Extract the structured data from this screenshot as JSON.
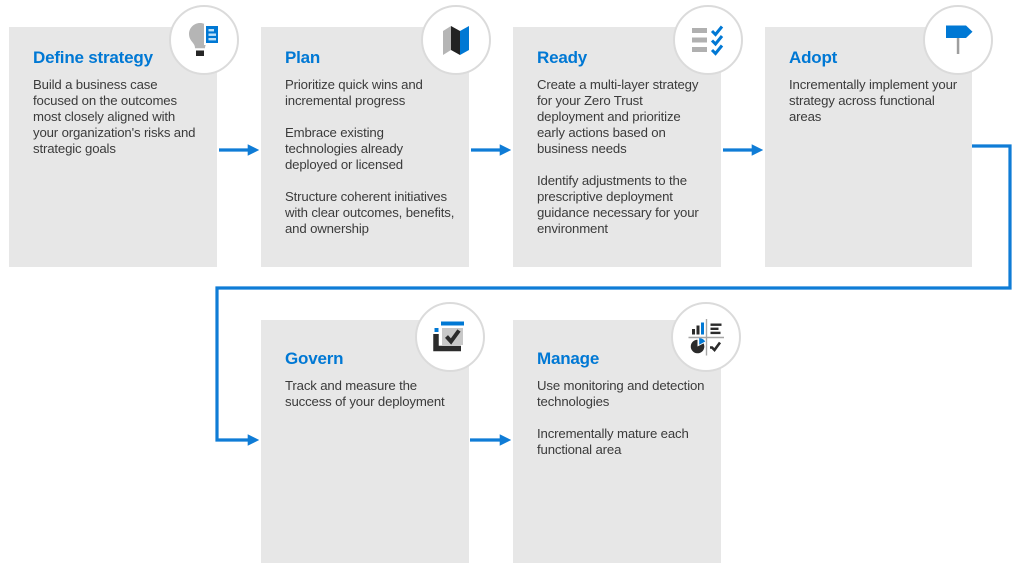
{
  "diagram_title": "Zero Trust deployment phases flow",
  "colors": {
    "accent_blue": "#0078D4",
    "box_background": "#E7E7E7",
    "body_text": "#3B3B3B",
    "circle_border": "#DBDBDB",
    "icon_gray": "#B3B3B3",
    "icon_dark": "#262626"
  },
  "boxes": [
    {
      "id": "define-strategy",
      "title": "Define strategy",
      "icon": "lightbulb-list-icon",
      "paragraphs": [
        "Build a business case focused on the outcomes most closely aligned with your organization's risks and strategic goals"
      ]
    },
    {
      "id": "plan",
      "title": "Plan",
      "icon": "folded-map-icon",
      "paragraphs": [
        "Prioritize quick wins and incremental progress",
        "Embrace existing technologies already deployed or licensed",
        "Structure coherent initiatives with clear outcomes, benefits, and ownership"
      ]
    },
    {
      "id": "ready",
      "title": "Ready",
      "icon": "checklist-icon",
      "paragraphs": [
        "Create a multi-layer strategy for your Zero Trust deployment and prioritize early actions based on business needs",
        "Identify adjustments to the prescriptive deployment guidance necessary for your environment"
      ]
    },
    {
      "id": "adopt",
      "title": "Adopt",
      "icon": "signpost-icon",
      "paragraphs": [
        "Incrementally implement your strategy across functional areas"
      ]
    },
    {
      "id": "govern",
      "title": "Govern",
      "icon": "board-check-icon",
      "paragraphs": [
        "Track and measure the success of your deployment"
      ]
    },
    {
      "id": "manage",
      "title": "Manage",
      "icon": "dashboard-charts-icon",
      "paragraphs": [
        "Use monitoring and detection technologies",
        "Incrementally mature each functional area"
      ]
    }
  ],
  "connectors": [
    {
      "from": "define-strategy",
      "to": "plan"
    },
    {
      "from": "plan",
      "to": "ready"
    },
    {
      "from": "ready",
      "to": "adopt"
    },
    {
      "from": "adopt",
      "to": "govern",
      "style": "wrap-around"
    },
    {
      "from": "govern",
      "to": "manage"
    }
  ]
}
